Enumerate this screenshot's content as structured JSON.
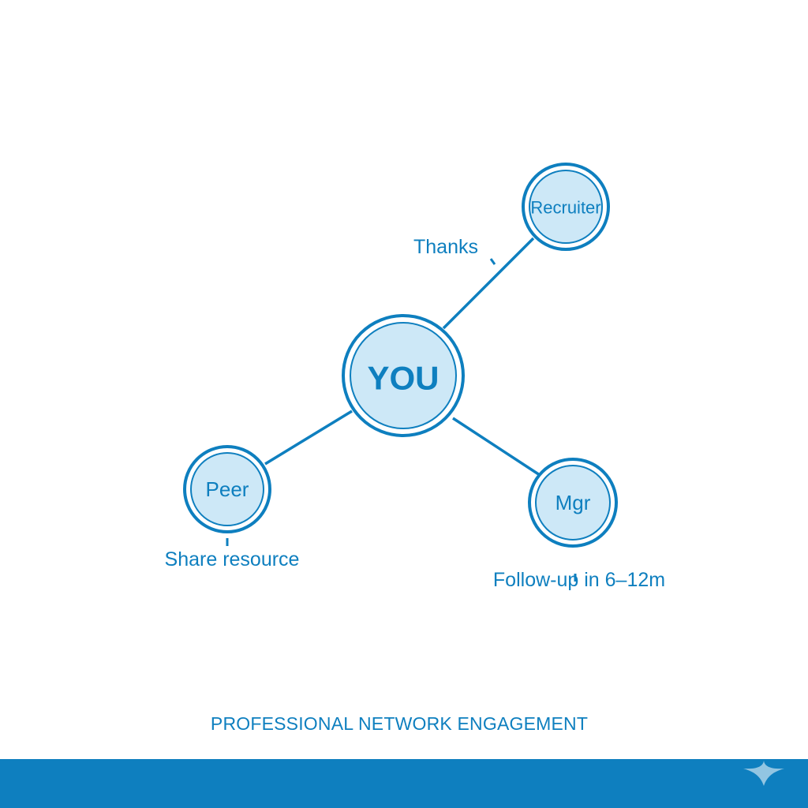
{
  "diagram": {
    "nodes": [
      {
        "id": "you",
        "label": "YOU"
      },
      {
        "id": "recruiter",
        "label": "Recruiter"
      },
      {
        "id": "peer",
        "label": "Peer"
      },
      {
        "id": "mgr",
        "label": "Mgr"
      }
    ],
    "edges": [
      {
        "from": "you",
        "to": "recruiter",
        "label": "Thanks"
      },
      {
        "from": "you",
        "to": "peer",
        "label": "Share resource"
      },
      {
        "from": "you",
        "to": "mgr",
        "label": "Follow-up in 6–12m"
      }
    ]
  },
  "caption": "PROFESSIONAL NETWORK ENGAGEMENT",
  "colors": {
    "accent": "#0e7fbf",
    "node_fill": "#cde8f7",
    "background": "#ffffff"
  }
}
